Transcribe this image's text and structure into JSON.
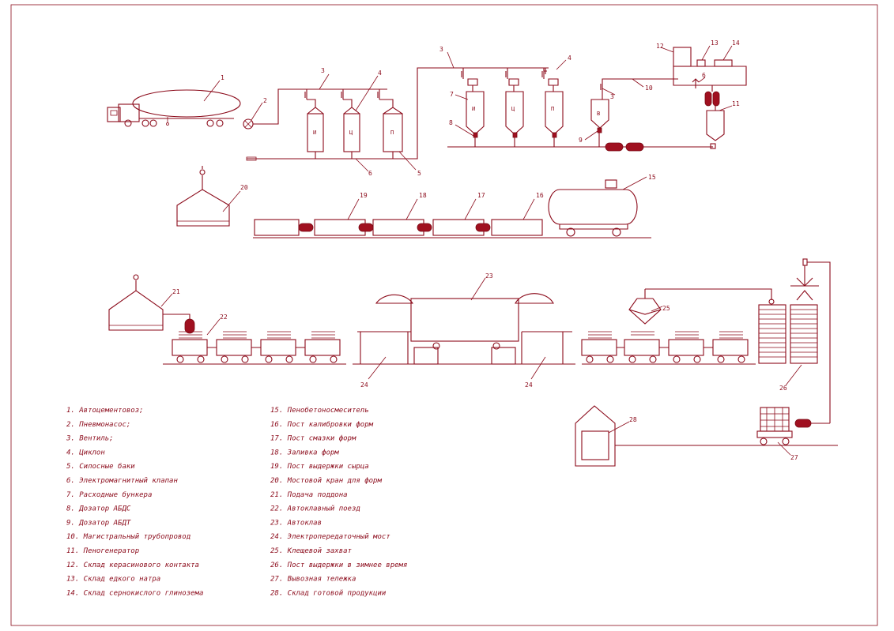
{
  "legend_left": [
    "1. Автоцементовоз;",
    "2. Пневмонасос;",
    "3. Вентиль;",
    "4. Циклон",
    "5. Силосные баки",
    "6. Электромагнитный клапан",
    "7. Расходные бункера",
    "8. Дозатор АБДС",
    "9. Дозатор АБДТ",
    "10. Магистральный трубопровод",
    "11. Пеногенератор",
    "12. Склад керасинового контакта",
    "13. Склад едкого натра",
    "14. Склад сернокислого глинозема"
  ],
  "legend_right": [
    "15. Пенобетоносмеситель",
    "16. Пост калибровки форм",
    "17. Пост смазки форм",
    "18. Заливка форм",
    "19. Пост выдержки сырца",
    "20. Мостовой кран для форм",
    "21. Подача поддона",
    "22. Автоклавный поезд",
    "23. Автоклав",
    "24. Электропередаточный мост",
    "25. Клещевой захват",
    "26. Пост выдержки в зимнее время",
    "27. Вывозная тележка",
    "28. Склад готовой продукции"
  ],
  "callouts": {
    "c1": "1",
    "c2": "2",
    "c3a": "3",
    "c3b": "3",
    "c3c": "3",
    "c4a": "4",
    "c4b": "4",
    "c5": "5",
    "c6a": "6",
    "c6b": "6",
    "c7": "7",
    "c8": "8",
    "c9": "9",
    "c10": "10",
    "c11": "11",
    "c12": "12",
    "c13": "13",
    "c14": "14",
    "c15": "15",
    "c16": "16",
    "c17": "17",
    "c18": "18",
    "c19": "19",
    "c20": "20",
    "c21": "21",
    "c22": "22",
    "c23": "23",
    "c24a": "24",
    "c24b": "24",
    "c25": "25",
    "c26": "26",
    "c27": "27",
    "c28": "28"
  },
  "tank_marks": {
    "silo_i": "И",
    "silo_c": "Ц",
    "silo_p": "П",
    "bunker_i": "И",
    "bunker_c": "Ц",
    "bunker_p": "П",
    "bunker_v": "В"
  },
  "colors": {
    "line": "#8b0a1a",
    "equipment_fill": "#a01020",
    "background": "#ffffff"
  }
}
